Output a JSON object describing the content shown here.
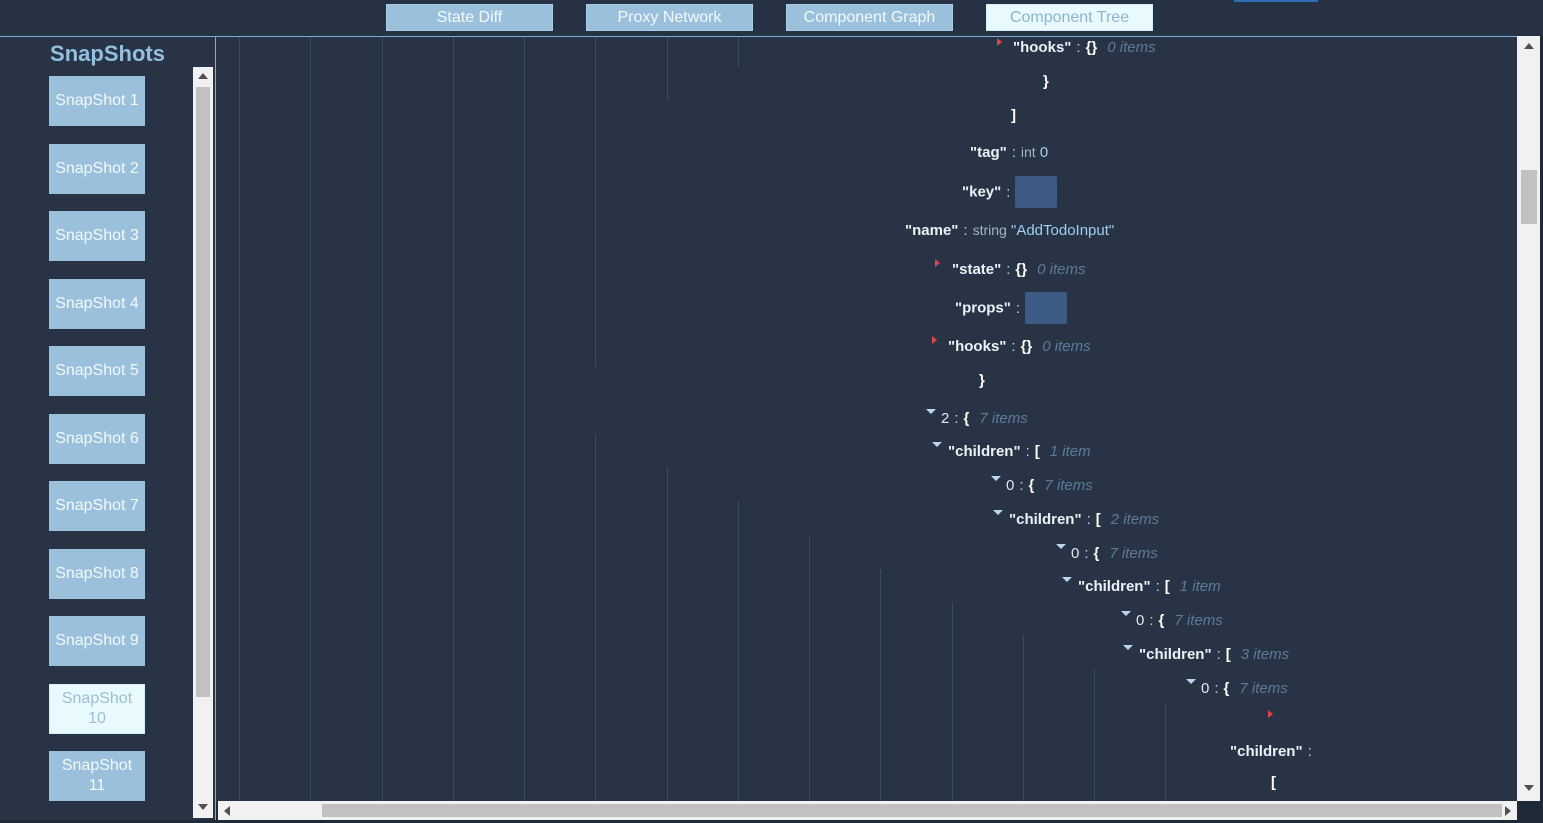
{
  "tabs": [
    {
      "label": "State Diff",
      "active": false
    },
    {
      "label": "Proxy Network",
      "active": false
    },
    {
      "label": "Component Graph",
      "active": false
    },
    {
      "label": "Component Tree",
      "active": true
    }
  ],
  "sidebar": {
    "title": "SnapShots",
    "items": [
      {
        "label": "SnapShot 1"
      },
      {
        "label": "SnapShot 2"
      },
      {
        "label": "SnapShot 3"
      },
      {
        "label": "SnapShot 4"
      },
      {
        "label": "SnapShot 5"
      },
      {
        "label": "SnapShot 6"
      },
      {
        "label": "SnapShot 7"
      },
      {
        "label": "SnapShot 8"
      },
      {
        "label": "SnapShot 9"
      },
      {
        "label": "SnapShot 10",
        "active": true
      },
      {
        "label": "SnapShot 11"
      }
    ]
  },
  "tree": {
    "hooks_top": {
      "key": "\"hooks\"",
      "brace": "{}",
      "count": "0 items"
    },
    "close_brace_1": "}",
    "close_bracket_1": "]",
    "tag": {
      "key": "\"tag\"",
      "type": "int",
      "value": "0"
    },
    "key": {
      "key": "\"key\""
    },
    "name": {
      "key": "\"name\"",
      "type": "string",
      "value": "\"AddTodoInput\""
    },
    "state": {
      "key": "\"state\"",
      "brace": "{}",
      "count": "0 items"
    },
    "props": {
      "key": "\"props\""
    },
    "hooks": {
      "key": "\"hooks\"",
      "brace": "{}",
      "count": "0 items"
    },
    "close_brace_2": "}",
    "n2": {
      "key": "2",
      "brace": "{",
      "count": "7 items"
    },
    "children1": {
      "key": "\"children\"",
      "brace": "[",
      "count": "1 item"
    },
    "n0a": {
      "key": "0",
      "brace": "{",
      "count": "7 items"
    },
    "children2": {
      "key": "\"children\"",
      "brace": "[",
      "count": "2 items"
    },
    "n0b": {
      "key": "0",
      "brace": "{",
      "count": "7 items"
    },
    "children3": {
      "key": "\"children\"",
      "brace": "[",
      "count": "1 item"
    },
    "n0c": {
      "key": "0",
      "brace": "{",
      "count": "7 items"
    },
    "children4": {
      "key": "\"children\"",
      "brace": "[",
      "count": "3 items"
    },
    "n0d": {
      "key": "0",
      "brace": "{",
      "count": "7 items"
    },
    "children5": {
      "key": "\"children\"",
      "colon": ":"
    },
    "open_bracket_last": "["
  }
}
